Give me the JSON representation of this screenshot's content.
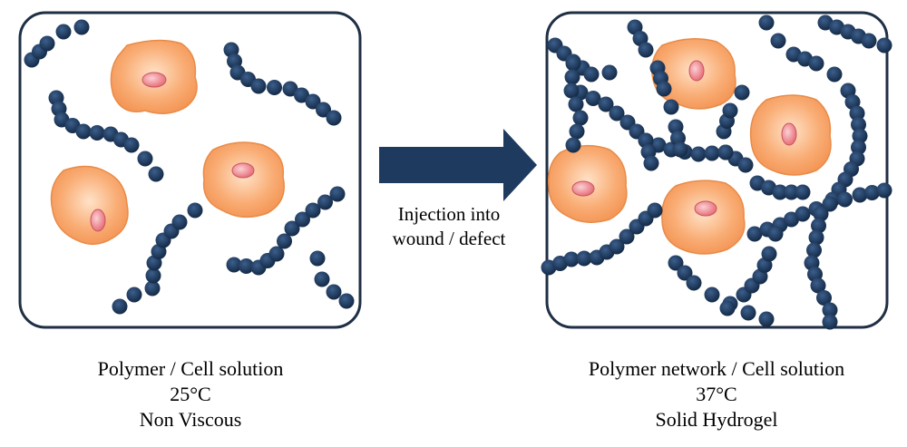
{
  "left_panel": {
    "caption_lines": [
      "Polymer / Cell solution",
      "25°C",
      "Non Viscous"
    ]
  },
  "right_panel": {
    "caption_lines": [
      "Polymer network / Cell solution",
      "37°C",
      "Solid Hydrogel"
    ]
  },
  "arrow": {
    "label_lines": [
      "Injection into",
      "wound / defect"
    ]
  },
  "colors": {
    "bead": "#1f3a5f",
    "arrow": "#1f3a5f",
    "cell_fill": "#f7a56a",
    "cell_edge": "#e88b48",
    "nucleus": "#ee7f87",
    "box_stroke": "#1f2f44"
  }
}
